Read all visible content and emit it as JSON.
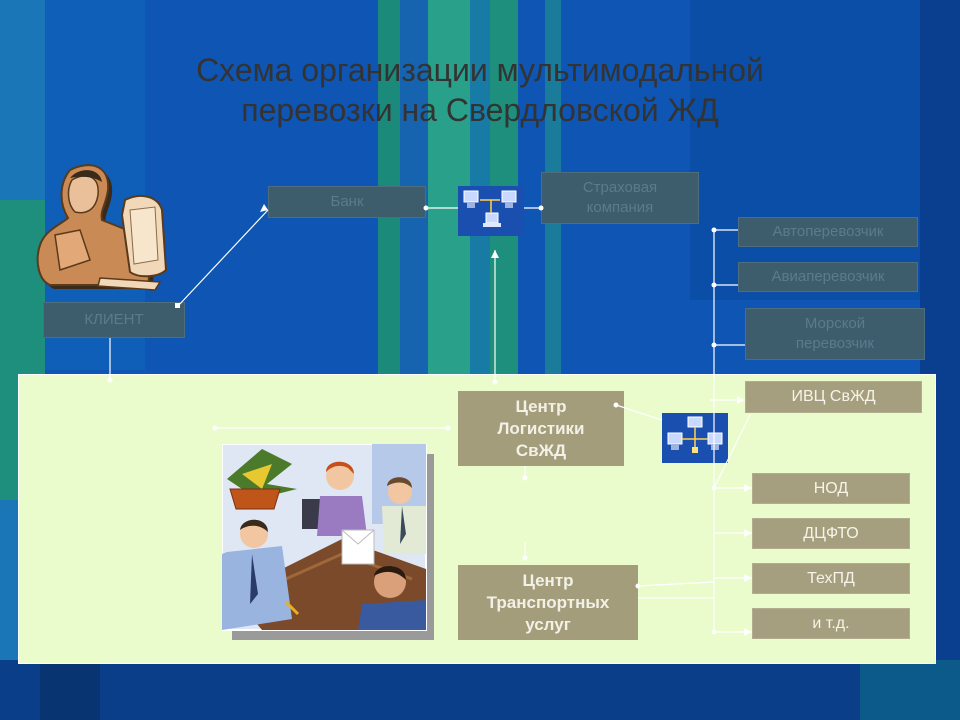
{
  "title": {
    "line1": "Схема организации мультимодальной",
    "line2": "перевозки на Свердловской ЖД"
  },
  "nodes": {
    "client": "КЛИЕНТ",
    "bank": "Банк",
    "insurance_line1": "Страховая",
    "insurance_line2": "компания",
    "auto_carrier": "Автоперевозчик",
    "air_carrier": "Авиаперевозчик",
    "sea_carrier_line1": "Морской",
    "sea_carrier_line2": "перевозчик",
    "ivc": "ИВЦ СвЖД",
    "logistics_line1": "Центр",
    "logistics_line2": "Логистики",
    "logistics_line3": "СвЖД",
    "transport_line1": "Центр",
    "transport_line2": "Транспортных",
    "transport_line3": "услуг",
    "nod": "НОД",
    "dcfto": "ДЦФТО",
    "tehpd": "ТехПД",
    "etc": "и т.д."
  },
  "icons": {
    "client_clipart": "businessman-computer-icon",
    "network_top": "network-computers-icon",
    "network_mid": "network-computers-icon",
    "meeting_clipart": "business-meeting-icon"
  },
  "colors": {
    "background": "#0e55b4",
    "stripe_teal": "#1d8f7c",
    "panel": "#eafccc",
    "box_dark": "#3d5d6d",
    "box_light": "#a59f7f"
  }
}
